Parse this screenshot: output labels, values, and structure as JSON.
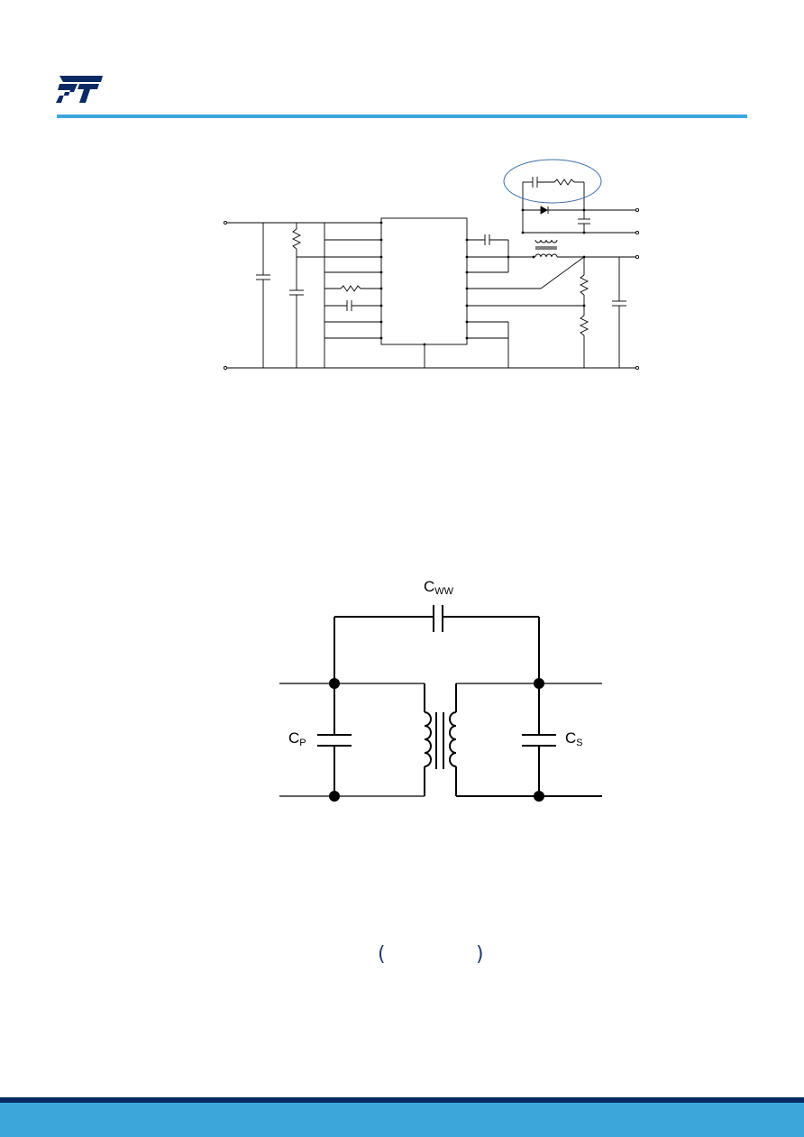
{
  "brand": {
    "logo_text": "ST",
    "accent_color": "#3ca6db",
    "dark_color": "#0a2a63"
  },
  "figure2": {
    "cww_label": {
      "base": "C",
      "sub": "WW"
    },
    "cp_label": {
      "base": "C",
      "sub": "P"
    },
    "cs_label": {
      "base": "C",
      "sub": "S"
    }
  },
  "formula": {
    "left_paren": "(",
    "right_paren": ")"
  }
}
